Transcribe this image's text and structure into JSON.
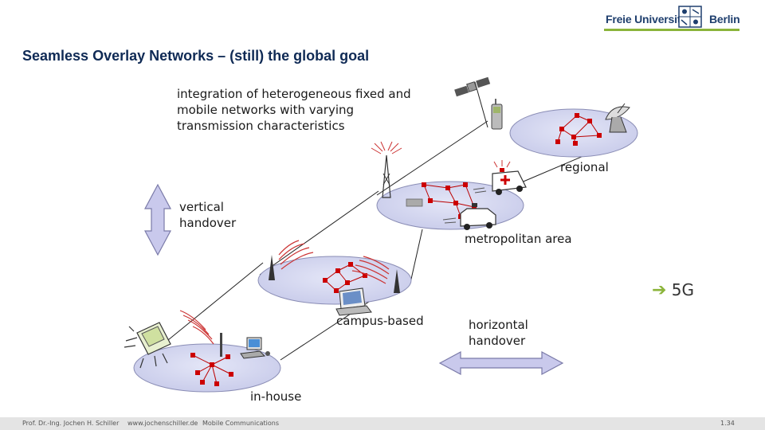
{
  "logo": {
    "left_text": "Freie Universität",
    "right_text": "Berlin"
  },
  "title": "Seamless Overlay Networks – (still) the global goal",
  "intro": [
    "integration of heterogeneous fixed and",
    "mobile networks with varying",
    "transmission characteristics"
  ],
  "labels": {
    "regional": "regional",
    "metropolitan": "metropolitan area",
    "campus": "campus-based",
    "inhouse": "in-house",
    "vertical": [
      "vertical",
      "handover"
    ],
    "horizontal": [
      "horizontal",
      "handover"
    ],
    "fiveg": "5G"
  },
  "footer": {
    "author": "Prof. Dr.-Ing. Jochen H. Schiller",
    "web": "www.jochenschiller.de",
    "course": "Mobile Communications",
    "page": "1.34"
  },
  "colors": {
    "ellipse": "#cdd0ec",
    "node": "#cc0000",
    "accent": "#8bb43a",
    "title": "#0f2a55"
  }
}
